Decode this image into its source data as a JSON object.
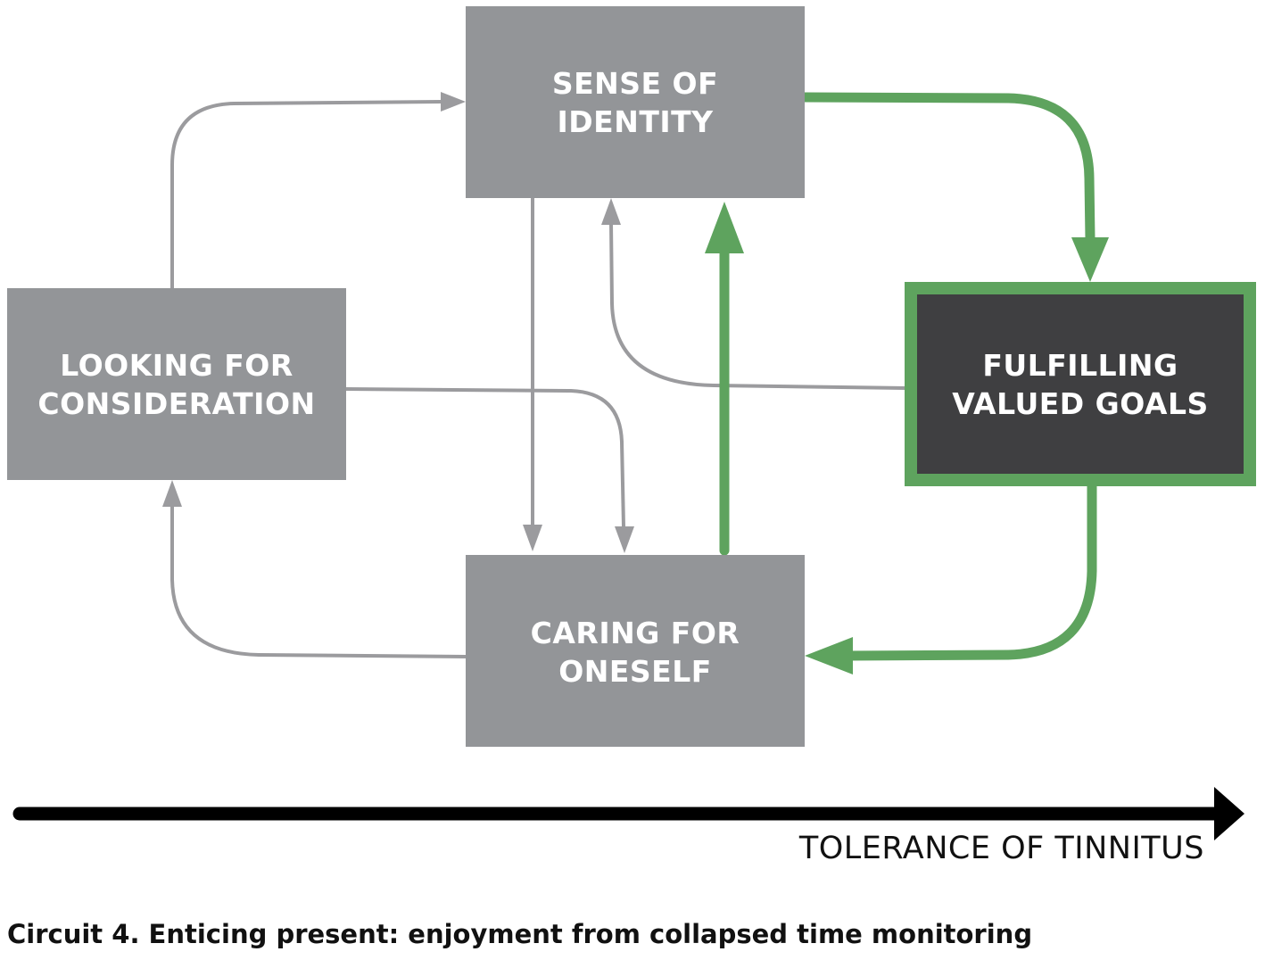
{
  "nodes": {
    "sense_of_identity": {
      "line1": "SENSE OF",
      "line2": "IDENTITY"
    },
    "looking_for_consideration": {
      "line1": "LOOKING FOR",
      "line2": "CONSIDERATION"
    },
    "fulfilling_valued_goals": {
      "line1": "FULFILLING",
      "line2": "VALUED GOALS"
    },
    "caring_for_oneself": {
      "line1": "CARING FOR",
      "line2": "ONESELF"
    }
  },
  "axis": {
    "label": "TOLERANCE OF TINNITUS"
  },
  "caption": "Circuit 4. Enticing present: enjoyment from collapsed time monitoring",
  "colors": {
    "box_gray": "#939598",
    "box_dark": "#3f3f41",
    "highlight_green": "#5ea35e",
    "arrow_gray": "#9b9b9e",
    "axis_black": "#000000"
  }
}
